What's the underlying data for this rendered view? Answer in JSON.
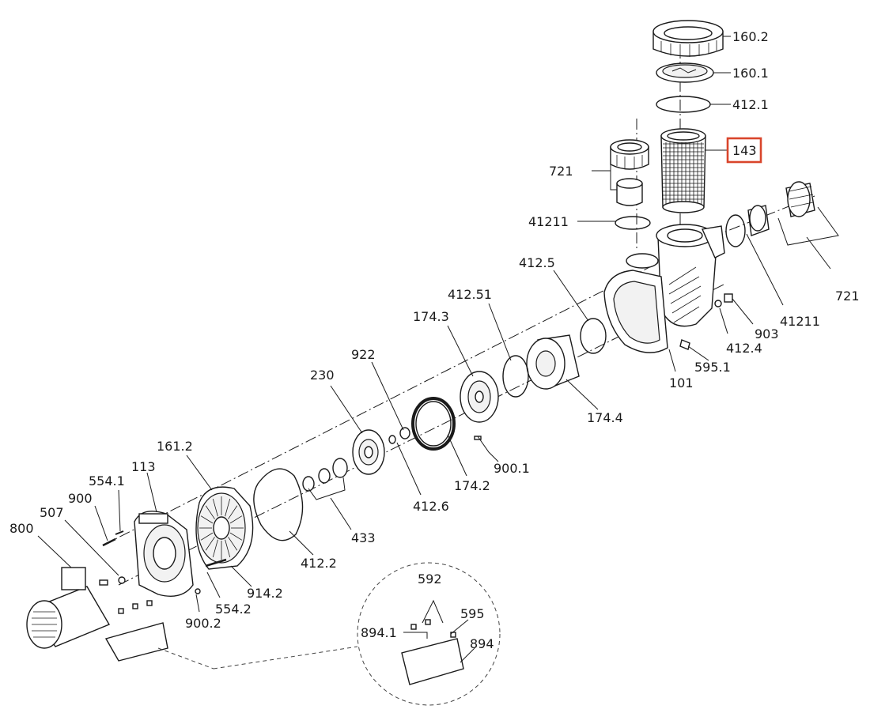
{
  "labels": {
    "l160_2": "160.2",
    "l160_1": "160.1",
    "l412_1": "412.1",
    "l143": "143",
    "l721_top": "721",
    "l41211_left": "41211",
    "l412_5": "412.5",
    "l412_51": "412.51",
    "l174_3": "174.3",
    "l922": "922",
    "l230": "230",
    "l161_2": "161.2",
    "l113": "113",
    "l554_1": "554.1",
    "l900": "900",
    "l507": "507",
    "l800": "800",
    "l721_right": "721",
    "l41211_right": "41211",
    "l903": "903",
    "l412_4": "412.4",
    "l595_1": "595.1",
    "l101": "101",
    "l174_4": "174.4",
    "l900_1": "900.1",
    "l174_2": "174.2",
    "l412_6": "412.6",
    "l433": "433",
    "l412_2": "412.2",
    "l914_2": "914.2",
    "l554_2": "554.2",
    "l900_2": "900.2",
    "l592": "592",
    "l595": "595",
    "l894_1": "894.1",
    "l894": "894"
  },
  "highlight": {
    "part": "143",
    "color": "#d9452b"
  },
  "colors": {
    "line": "#1a1a1a",
    "background": "#ffffff"
  }
}
